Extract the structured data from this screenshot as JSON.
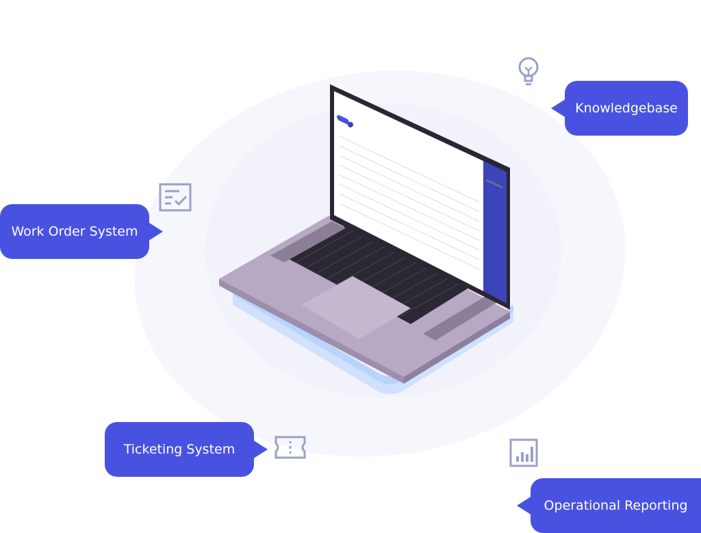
{
  "bubbles": {
    "knowledgebase": "Knowledgebase",
    "work_order": "Work Order System",
    "ticketing": "Ticketing System",
    "reporting": "Operational Reporting"
  },
  "icons": {
    "knowledgebase": "lightbulb-icon",
    "work_order": "checklist-icon",
    "ticketing": "ticket-icon",
    "reporting": "bar-chart-icon"
  },
  "colors": {
    "bubble": "#4952e0",
    "icon_stroke": "#9aa0c8",
    "laptop_body": "#b7a8c4",
    "screen_sidebar": "#3b44b8",
    "base_glow": "#b9d4fb"
  }
}
